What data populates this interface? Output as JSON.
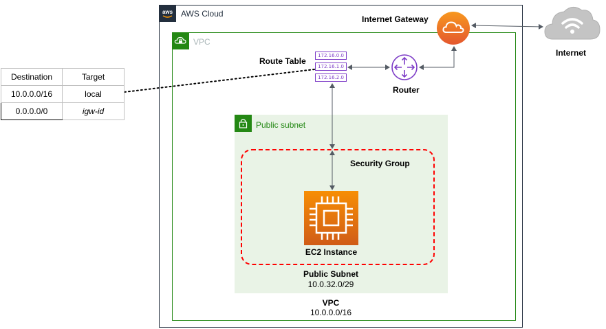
{
  "aws_cloud": {
    "label": "AWS Cloud"
  },
  "vpc": {
    "tag": "VPC",
    "label": "VPC",
    "cidr": "10.0.0.0/16"
  },
  "public_subnet": {
    "tag": "Public subnet",
    "label": "Public Subnet",
    "cidr": "10.0.32.0/29"
  },
  "security_group": {
    "label": "Security Group"
  },
  "ec2": {
    "label": "EC2 Instance"
  },
  "route_table": {
    "label": "Route Table",
    "icon_rows": [
      "172.16.0.0",
      "172.16.1.0",
      "172.16.2.0"
    ]
  },
  "router": {
    "label": "Router"
  },
  "internet_gateway": {
    "label": "Internet Gateway"
  },
  "internet": {
    "label": "Internet"
  },
  "routes_table": {
    "headers": [
      "Destination",
      "Target"
    ],
    "rows": [
      {
        "destination": "10.0.0.0/16",
        "target": "local"
      },
      {
        "destination": "0.0.0.0/0",
        "target": "igw-id"
      }
    ]
  },
  "colors": {
    "aws_dark": "#232f3e",
    "vpc_green": "#248814",
    "subnet_fill": "#e9f3e6",
    "security_red": "#ff0000",
    "ec2_orange": "#f78e04",
    "router_purple": "#7d3cc7",
    "igw_orange": "#f58534",
    "cloud_gray": "#c4c4c4"
  }
}
